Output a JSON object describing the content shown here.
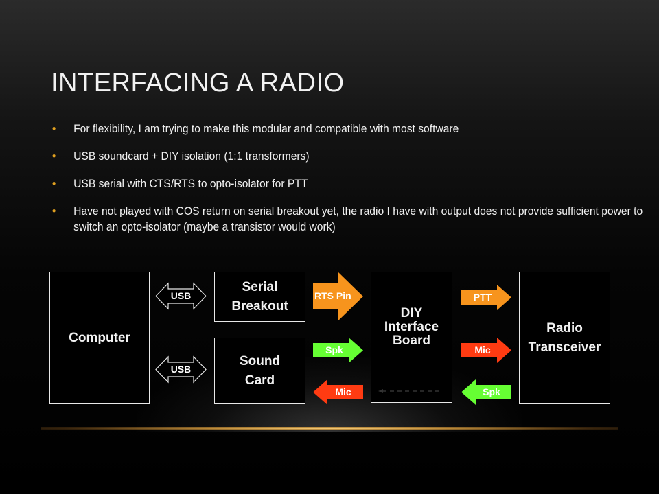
{
  "slide": {
    "title": "INTERFACING A RADIO",
    "bullets": [
      "For flexibility,  I am trying  to make  this  modular  and  compatible  with  most software",
      "USB soundcard  + DIY isolation  (1:1  transformers)",
      "USB serial  with  CTS/RTS to opto-isolator  for PTT",
      "Have not  played  with  COS return  on serial  breakout  yet, the radio  I have with  output  does not  provide  sufficient  power to switch  an opto-isolator  (maybe  a transistor  would  work)"
    ]
  },
  "diagram": {
    "boxes": {
      "computer": "Computer",
      "serial_line1": "Serial",
      "serial_line2": "Breakout",
      "sound_line1": "Sound",
      "sound_line2": "Card",
      "diy_line1": "DIY",
      "diy_line2": "Interface",
      "diy_line3": "Board",
      "radio_line1": "Radio",
      "radio_line2": "Transceiver"
    },
    "arrows": {
      "usb_top": "USB",
      "usb_bottom": "USB",
      "rts_pin": "RTS Pin",
      "spk_to_diy": "Spk",
      "mic_from_diy": "Mic",
      "ptt": "PTT",
      "mic_to_radio": "Mic",
      "spk_from_radio": "Spk"
    },
    "colors": {
      "orange": "#f7941d",
      "green": "#66ff33",
      "red": "#ff3b12",
      "bullet": "#e0a020"
    }
  }
}
